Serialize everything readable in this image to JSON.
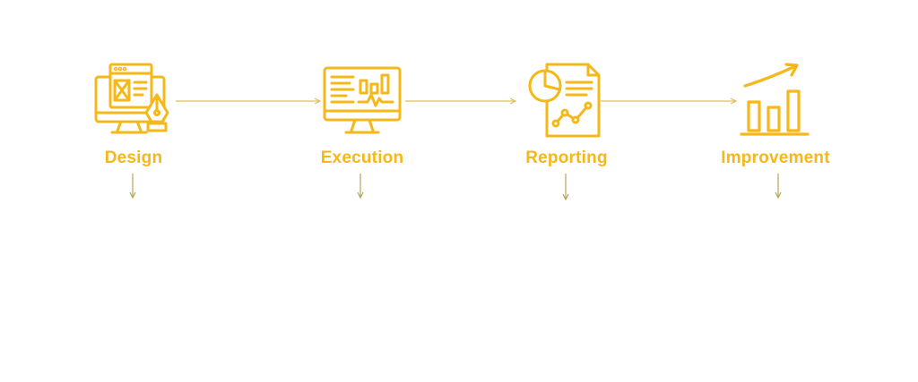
{
  "colors": {
    "accent": "#F5B818",
    "connector": "#B7A55A"
  },
  "steps": [
    {
      "label": "Design",
      "icon": "design-tools-icon"
    },
    {
      "label": "Execution",
      "icon": "monitor-dashboard-icon"
    },
    {
      "label": "Reporting",
      "icon": "report-chart-icon"
    },
    {
      "label": "Improvement",
      "icon": "growth-bar-chart-icon"
    }
  ]
}
